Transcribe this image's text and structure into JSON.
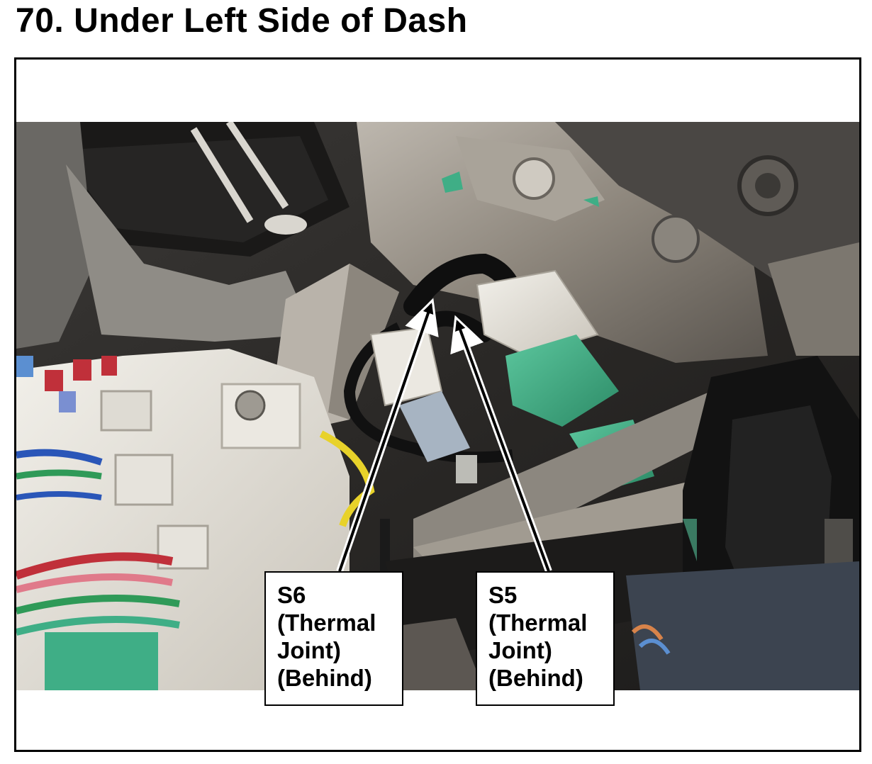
{
  "page": {
    "title": "70.  Under Left Side of Dash"
  },
  "callouts": [
    {
      "id": "S6",
      "lines": [
        "S6",
        "(Thermal",
        "Joint)",
        "(Behind)"
      ]
    },
    {
      "id": "S5",
      "lines": [
        "S5",
        "(Thermal",
        "Joint)",
        "(Behind)"
      ]
    }
  ],
  "photo": {
    "subject": "wire-harness-under-dash",
    "colors": {
      "background_dark": "#2a2a2a",
      "metal": "#8a8580",
      "connector_white": "#e9e6df",
      "connector_green": "#3fae86",
      "wire_yellow": "#e8d22a",
      "fuse_red": "#c0303a"
    }
  }
}
